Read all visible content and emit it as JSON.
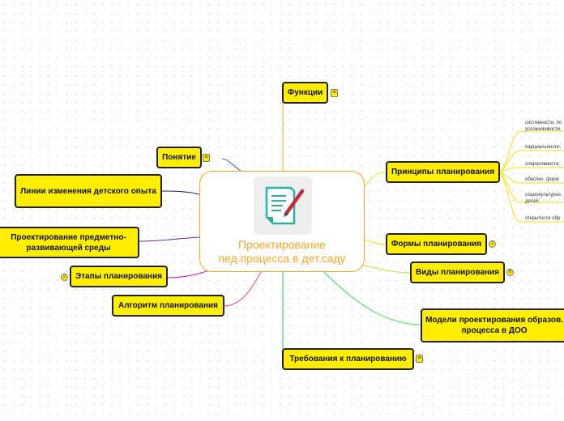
{
  "central": {
    "title": "Проектирование пед.процесса в дет.саду",
    "icon": "document-pen-icon"
  },
  "nodes": {
    "funkcii": "Функции",
    "ponyatie": "Понятие",
    "linii": "Линии изменения детского опыта",
    "proektirovanie_sredy": "Проектирование предметно-развивающей среды",
    "etapy": "Этапы планирования",
    "algoritm": "Алгоритм планирования",
    "trebovaniya": "Требования к планированию",
    "principy": "Принципы планирования",
    "formy": "Формы планирования",
    "vidy": "Виды планирования",
    "modeli": "Модели проектирования образов. процесса в ДОО"
  },
  "badges": {
    "notes": "≡",
    "etapy_count": "2",
    "formy_count": "2",
    "vidy_count": "6"
  },
  "principy_items": [
    "системности, по",
    "усложняемости;",
    "парциальности;",
    "оперативности;",
    "обеспеч. форм",
    "социокультурно",
    "детей;",
    "открытости обр"
  ],
  "colors": {
    "node_fill": "#ffee00",
    "node_border": "#222222",
    "central_border": "#f5a623",
    "central_text": "#f5a623"
  }
}
